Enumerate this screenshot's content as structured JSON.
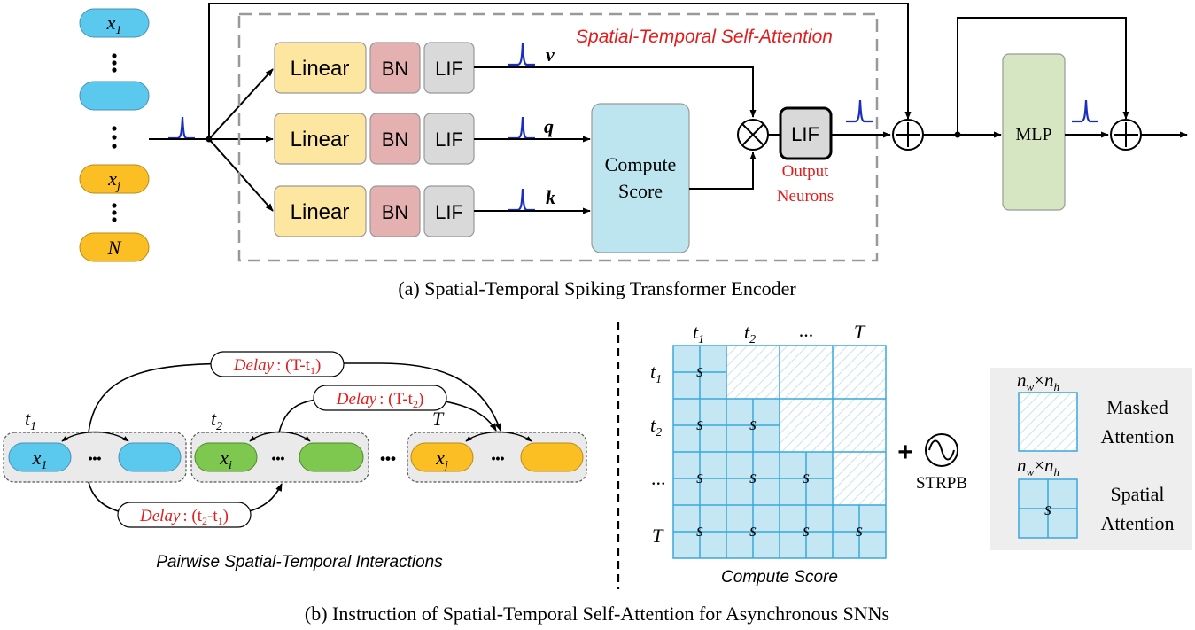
{
  "inputs": {
    "token1": "x",
    "token1_sub": "1",
    "tokenj": "x",
    "tokenj_sub": "j",
    "tokenN": "N"
  },
  "encoder": {
    "ssa_title": "Spatial-Temporal Self-Attention",
    "linear": "Linear",
    "bn": "BN",
    "lif": "LIF",
    "v": "v",
    "q": "q",
    "k": "k",
    "compute_line1": "Compute",
    "compute_line2": "Score",
    "out_lif": "LIF",
    "output_line1": "Output",
    "output_line2": "Neurons",
    "mlp": "MLP",
    "caption": "(a) Spatial-Temporal Spiking Transformer Encoder"
  },
  "pairwise": {
    "delay_word": "Delay",
    "delay1_value": ": (T-t",
    "delay1_sub": "1",
    "delay2_value": ": (T-t",
    "delay2_sub": "2",
    "delay3_value_a": ": (t",
    "delay3_sub_a": "2",
    "delay3_value_b": "-t",
    "delay3_sub_b": "1",
    "t1": "t",
    "t1_sub": "1",
    "t2": "t",
    "t2_sub": "2",
    "T": "T",
    "x1": "x",
    "x1_sub": "1",
    "xi": "x",
    "xi_sub": "i",
    "xj": "x",
    "xj_sub": "j",
    "ellipsis": "•••",
    "caption": "Pairwise Spatial-Temporal Interactions"
  },
  "score": {
    "col_t1": "t",
    "col_t1_sub": "1",
    "col_t2": "t",
    "col_t2_sub": "2",
    "col_dots": "...",
    "col_T": "T",
    "row_t1": "t",
    "row_t1_sub": "1",
    "row_t2": "t",
    "row_t2_sub": "2",
    "row_dots": "...",
    "row_T": "T",
    "s": "s",
    "caption": "Compute Score",
    "plus": "+",
    "strpb": "STRPB"
  },
  "legend": {
    "nw": "n",
    "nw_sub": "w",
    "times": "×",
    "nh": "n",
    "nh_sub": "h",
    "masked_line1": "Masked",
    "masked_line2": "Attention",
    "spatial_line1": "Spatial",
    "spatial_line2": "Attention",
    "s": "s"
  },
  "caption_b": "(b) Instruction of Spatial-Temporal Self-Attention for Asynchronous SNNs",
  "colors": {
    "blue_token": "#5bc8ee",
    "yellow_token": "#fbbf24",
    "green_token": "#7ec850",
    "linear": "#fde6a0",
    "bn": "#e5b0b0",
    "lif": "#d9d9d9",
    "compute": "#bde5f0",
    "mlp": "#d6e6c3",
    "matrix": "#c5e6f3",
    "matrix_line": "#3aa8da",
    "spike": "#1a2fbf",
    "red_text": "#e01e1e"
  }
}
